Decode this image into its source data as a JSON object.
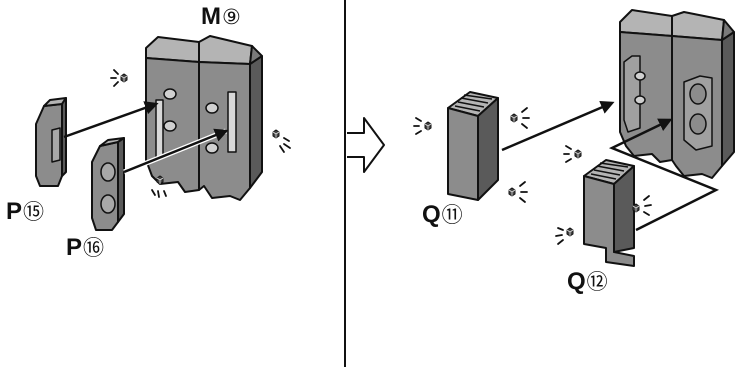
{
  "labels": {
    "m9": {
      "letter": "M",
      "num": "⑨"
    },
    "p15": {
      "letter": "P",
      "num": "⑮"
    },
    "p16": {
      "letter": "P",
      "num": "⑯"
    },
    "q11": {
      "letter": "Q",
      "num": "⑪"
    },
    "q12": {
      "letter": "Q",
      "num": "⑫"
    }
  },
  "colors": {
    "part_fill": "#8c8c8c",
    "part_light": "#b4b4b4",
    "part_dark": "#5a5a5a",
    "outline": "#111111",
    "background": "#ffffff"
  },
  "icons": [
    "sparkle-cube-icon",
    "next-step-arrow-icon",
    "insertion-arrow-icon"
  ]
}
